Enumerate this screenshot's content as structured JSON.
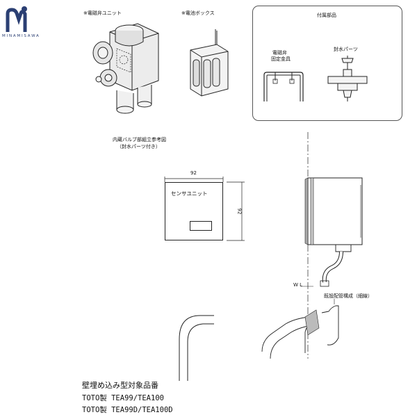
{
  "logo": {
    "text": "MINAMISAWA",
    "icon": "minamisawa-m-logo",
    "color": "#2b3f73"
  },
  "labels": {
    "solenoid_unit": "※電磁弁ユニット",
    "battery_box": "※電池ボックス",
    "accessories": "付属部品",
    "valve_ref_line1": "内蔵バルブ部組立参考図",
    "valve_ref_line2": "（封水パーツ付き）",
    "solenoid_bracket_line1": "電磁弁",
    "solenoid_bracket_line2": "固定金具",
    "seal_parts": "封水パーツ",
    "sensor_unit": "センサユニット",
    "existing_piping": "既設配管構成（細線）",
    "wl": "W L"
  },
  "dimensions": {
    "width": "92",
    "height": "92"
  },
  "notes": {
    "heading": "壁埋め込み型対象品番",
    "line1": "TOTO製  TEA99/TEA100",
    "line2": "TOTO製  TEA99D/TEA100D"
  }
}
